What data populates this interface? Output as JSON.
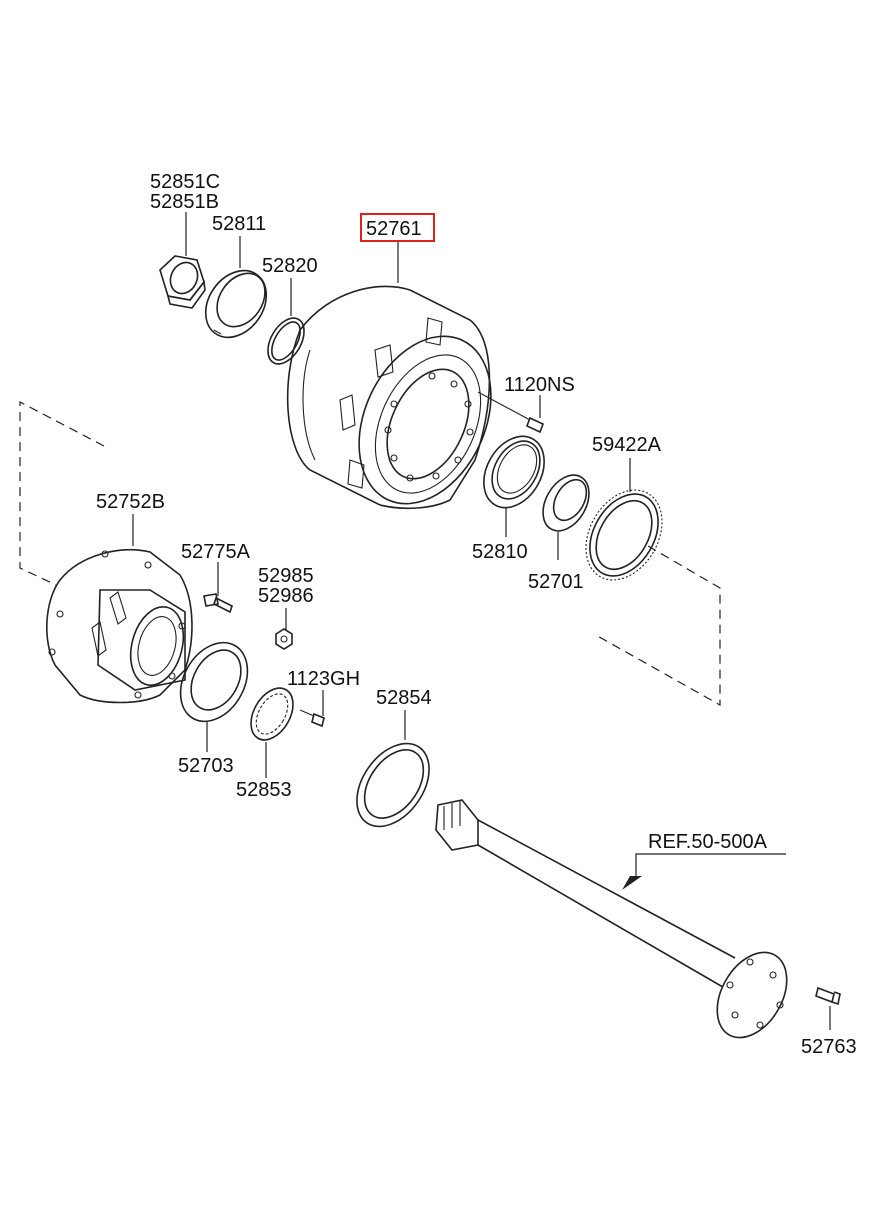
{
  "labels": {
    "p52851C": "52851C",
    "p52851B": "52851B",
    "p52811": "52811",
    "p52820": "52820",
    "p52761": "52761",
    "p1120NS": "1120NS",
    "p59422A": "59422A",
    "p52810": "52810",
    "p52701": "52701",
    "p52752B": "52752B",
    "p52775A": "52775A",
    "p52985": "52985",
    "p52986": "52986",
    "p1123GH": "1123GH",
    "p52854": "52854",
    "p52703": "52703",
    "p52853": "52853",
    "ref": "REF.50-500A",
    "p52763": "52763"
  },
  "highlight": {
    "part": "52761",
    "color": "#e0201c"
  }
}
